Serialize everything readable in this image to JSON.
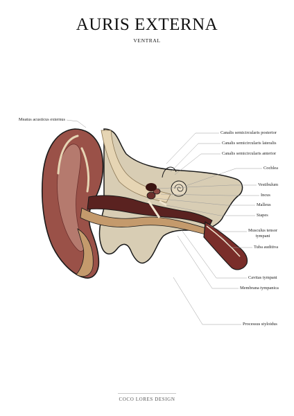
{
  "header": {
    "title": "AURIS EXTERNA",
    "subtitle": "VENTRAL"
  },
  "footer": {
    "brand": "COCO LORES DESIGN"
  },
  "labels": {
    "meatus": "Meatus acusticus externus",
    "can_post": "Canalis semicircularis posterior",
    "can_lat": "Canalis semicircularis lateralis",
    "can_ant": "Canalis semicircularis anterior",
    "cochlea": "Cochlea",
    "vestibulum": "Vestibulum",
    "incus": "Incus",
    "malleus": "Malleus",
    "stapes": "Stapes",
    "musculus_1": "Musculus tensor",
    "musculus_2": "tympani",
    "tuba": "Tuba auditiva",
    "cavitas": "Cavitas tympani",
    "membrana": "Membrana tympanica",
    "processus": "Processus styloidus"
  },
  "colors": {
    "skin_dark": "#6b2f2c",
    "skin_mid": "#8e4a44",
    "skin_light": "#b57a6e",
    "bone": "#d9c6a5",
    "bone_dark": "#b9a27c",
    "tan": "#c49a6c",
    "outline": "#1a1a1a",
    "canal": "#3a1412"
  }
}
